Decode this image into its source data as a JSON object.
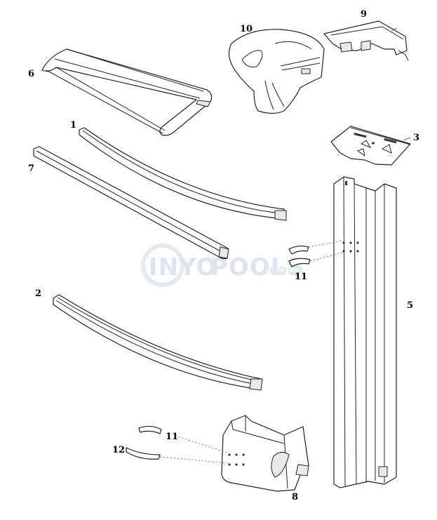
{
  "watermark": {
    "brand_main": "INYO",
    "brand_accent": "POOLS",
    "brand_suffix": ".com"
  },
  "labels": {
    "p1": "1",
    "p2": "2",
    "p3": "3",
    "p5": "5",
    "p6": "6",
    "p7": "7",
    "p8": "8",
    "p9": "9",
    "p10": "10",
    "p11a": "11",
    "p11b": "11",
    "p12": "12"
  }
}
